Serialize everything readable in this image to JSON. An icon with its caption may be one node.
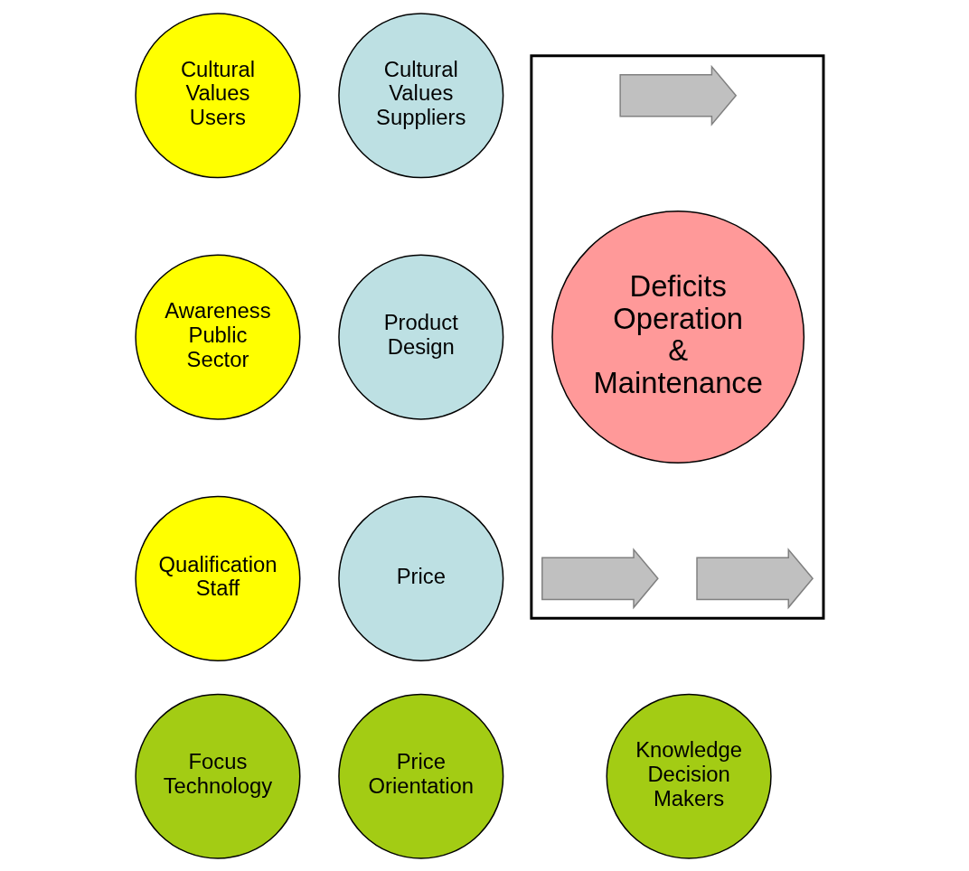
{
  "diagram": {
    "nodes": [
      {
        "text": [
          "Cultural Values Users"
        ]
      },
      {
        "text": [
          "Cultural Values Suppliers"
        ]
      },
      {
        "text": [],
        "shape": "triangle"
      },
      {
        "text": [],
        "shape": "arrow",
        "in": 2
      },
      {
        "text": [
          "Awareness Public Sector"
        ]
      },
      {
        "text": [
          "Product Design"
        ]
      },
      {
        "text": [
          "Deficits Operation & Maintenance"
        ],
        "in": 2
      },
      {
        "text": [
          "Qualification Staff"
        ]
      },
      {
        "text": [
          "Price"
        ]
      },
      {
        "text": [],
        "shape": "arrow",
        "in": 2
      },
      {
        "text": [],
        "shape": "arrow",
        "in": 2
      },
      {
        "text": [
          "Focus Technology"
        ]
      },
      {
        "text": [
          "Knowledge Decision Makers"
        ]
      },
      {
        "text": [
          "Price Orientation"
        ]
      }
    ],
    "edges": []
  }
}
